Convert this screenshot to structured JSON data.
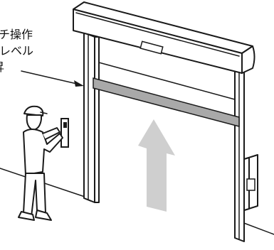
{
  "caption": {
    "lines": [
      "チ操作",
      "レベル",
      "昇"
    ]
  },
  "icons": {
    "lift_arrow": "arrow-up-icon",
    "switch_box": "control-box-icon",
    "push_button": "push-button-switch-icon"
  },
  "colors": {
    "line": "#1a1a1a",
    "arrow": "#cfcfcf",
    "curtain_band": "#a9a9a9",
    "background": "#ffffff"
  }
}
